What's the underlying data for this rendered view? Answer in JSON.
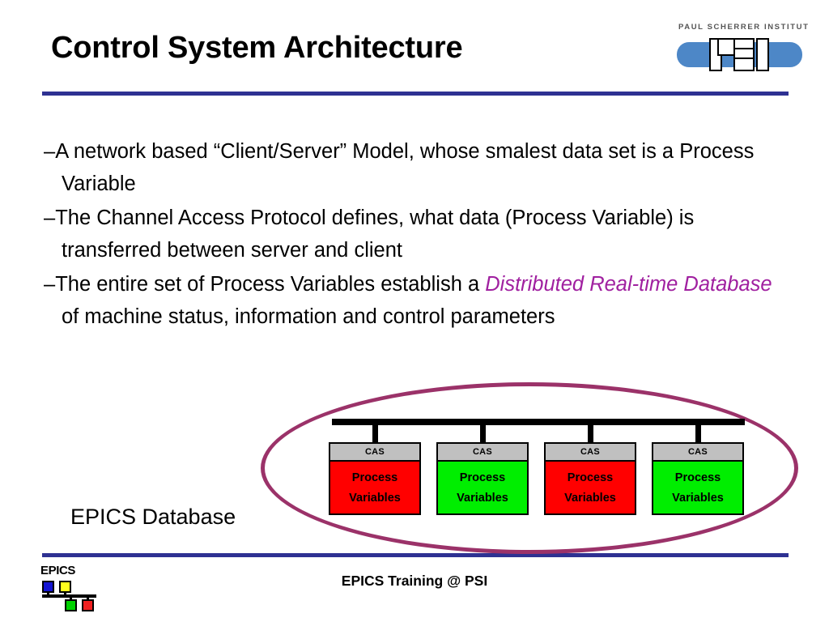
{
  "slide": {
    "title": "Control System Architecture"
  },
  "logo_psi": {
    "wordmark": "PAUL SCHERRER INSTITUT",
    "letters": "PSI",
    "bar_color": "#4d87c7"
  },
  "bullets": [
    {
      "dash": "–",
      "parts": [
        {
          "text": "A network based “Client/Server” Model, whose smalest data set is a Process Variable",
          "style": "plain"
        }
      ]
    },
    {
      "dash": "–",
      "parts": [
        {
          "text": "The Channel Access Protocol defines, what data (Process Variable) is transferred between server and client",
          "style": "plain"
        }
      ]
    },
    {
      "dash": "–",
      "parts": [
        {
          "text": "The entire set of Process Variables establish a ",
          "style": "plain"
        },
        {
          "text": "Distributed Real-time Database",
          "style": "emph"
        },
        {
          "text": " of machine status, information and control parameters",
          "style": "plain"
        }
      ]
    }
  ],
  "bullet_text": {
    "b1": "A network based “Client/Server” Model, whose smalest data set is a Process Variable",
    "b2": "The Channel Access Protocol defines, what data (Process Variable) is transferred between server and client",
    "b3_pre": "The entire set of Process Variables establish a ",
    "b3_emph": "Distributed Real-time Database",
    "b3_post": " of machine status, information and control parameters",
    "dash": "–"
  },
  "diagram": {
    "group_label": "EPICS Database",
    "ellipse_color": "#9b3269",
    "bus_color": "#000000",
    "nodes": [
      {
        "header": "CAS",
        "line1": "Process",
        "line2": "Variables",
        "color": "red",
        "color_hex": "#ff0000"
      },
      {
        "header": "CAS",
        "line1": "Process",
        "line2": "Variables",
        "color": "green",
        "color_hex": "#00ee00"
      },
      {
        "header": "CAS",
        "line1": "Process",
        "line2": "Variables",
        "color": "red",
        "color_hex": "#ff0000"
      },
      {
        "header": "CAS",
        "line1": "Process",
        "line2": "Variables",
        "color": "green",
        "color_hex": "#00ee00"
      }
    ],
    "header_bg": "#c0c0c0"
  },
  "footer": {
    "title": "EPICS Training @ PSI",
    "logo_text": "EPICS",
    "logo_squares": [
      "#1414d2",
      "#ffff1e",
      "#00d200",
      "#f02020"
    ]
  },
  "theme": {
    "rule_color": "#2e3192",
    "accent_purple": "#a020a0",
    "background": "#ffffff"
  }
}
